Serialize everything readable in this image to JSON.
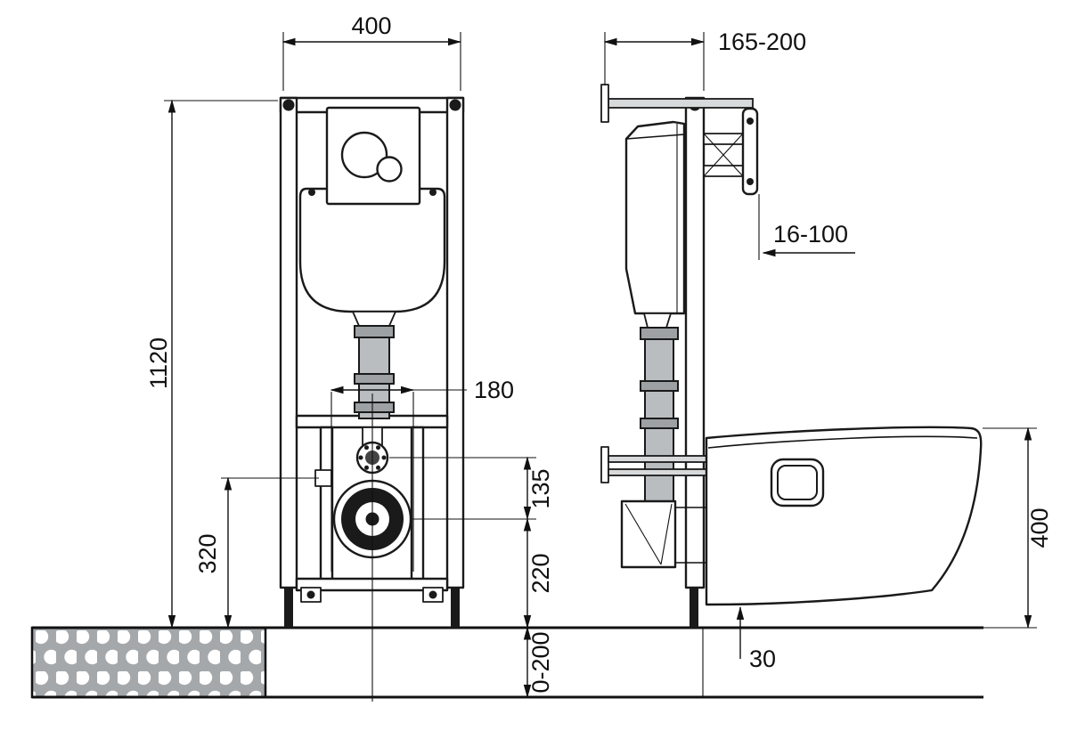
{
  "drawing": {
    "front": {
      "width": "400",
      "height": "1120",
      "spread": "180",
      "inlet_outlet": "135",
      "outlet_height": "220",
      "supply_height": "320",
      "floor_range": "0-200"
    },
    "side": {
      "depth": "165-200",
      "bracket": "16-100",
      "bowl_height": "400",
      "bowl_gap": "30"
    },
    "colors": {
      "line": "#1a1a1a",
      "pipe_fill": "#b9bdc0",
      "floor_fill": "#a4a8ab"
    }
  }
}
